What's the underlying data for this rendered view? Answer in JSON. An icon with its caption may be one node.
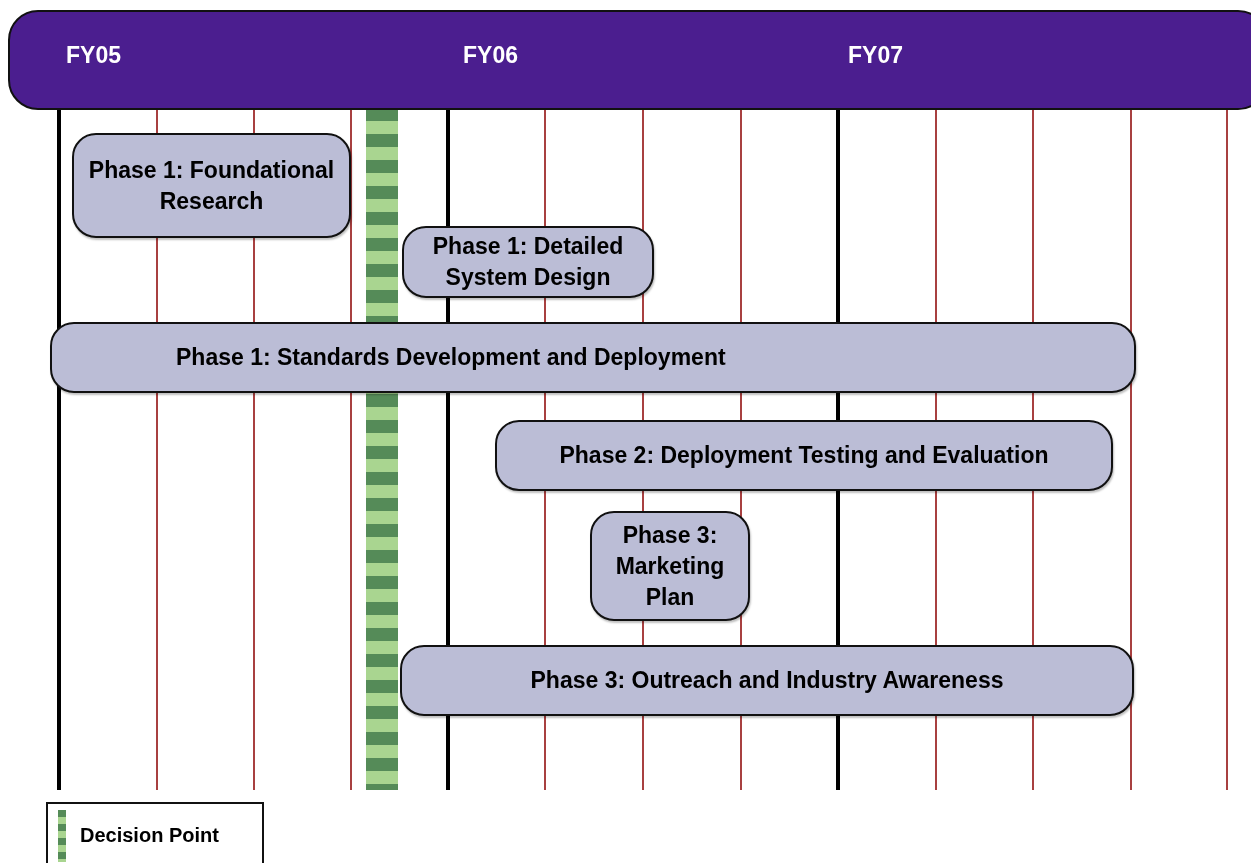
{
  "diagram": {
    "nodes": [
      {
        "text": [
          "FY05",
          "FY06",
          "FY07"
        ]
      },
      {
        "text": [
          "Phase 1: Foundational Research"
        ]
      },
      {
        "text": [
          "Phase 1: Detailed System Design"
        ]
      },
      {
        "text": [
          "Phase 1: Standards Development and Deployment"
        ]
      },
      {
        "text": [
          "Phase 2: Deployment Testing and Evaluation"
        ]
      },
      {
        "text": [
          "Phase 3: Marketing Plan"
        ]
      },
      {
        "text": [
          "Phase 3: Outreach and Industry Awareness"
        ]
      }
    ],
    "legend": [
      {
        "text": "Decision Point"
      }
    ]
  }
}
